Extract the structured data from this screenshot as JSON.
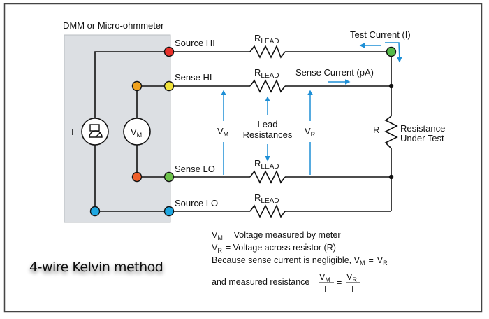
{
  "diagram": {
    "meter_title": "DMM or Micro-ohmmeter",
    "terminals": [
      {
        "label": "Source HI",
        "color": "#e8302a"
      },
      {
        "label": "Sense HI",
        "color": "#f2e33a"
      },
      {
        "label": "Sense LO",
        "color": "#6cc24a"
      },
      {
        "label": "Source LO",
        "color": "#1ea7e1"
      }
    ],
    "inner_nodes": {
      "sense_hi_color": "#f0a21e",
      "sense_lo_color": "#ef5f2a",
      "source_lo_color": "#1ea7e1",
      "dut_top_color": "#55bb4a"
    },
    "ammeter_label": "I",
    "voltmeter_label": {
      "main": "V",
      "sub": "M"
    },
    "lead_resistor": {
      "main": "R",
      "sub": "LEAD"
    },
    "test_current_label": "Test Current (I)",
    "sense_current_label": "Sense Current (pA)",
    "vm_label": {
      "main": "V",
      "sub": "M"
    },
    "vr_label": {
      "main": "V",
      "sub": "R"
    },
    "lead_resistances_label": [
      "Lead",
      "Resistances"
    ],
    "dut_label": "R",
    "dut_desc": [
      "Resistance",
      "Under Test"
    ],
    "arrow_color": "#1e8fd6",
    "box_color": "#dcdfe3"
  },
  "notes": {
    "line1": {
      "var": "V",
      "sub": "M",
      "text": "= Voltage measured by meter"
    },
    "line2": {
      "var": "V",
      "sub": "R",
      "text": "= Voltage across resistor (R)"
    },
    "line3": {
      "text": "Because sense current is negligible, ",
      "lhs": {
        "var": "V",
        "sub": "M"
      },
      "eq": "=",
      "rhs": {
        "var": "V",
        "sub": "R"
      }
    },
    "line4": {
      "text": "and measured resistance",
      "eq": "=",
      "frac1": {
        "num_var": "V",
        "num_sub": "M",
        "den": "I"
      },
      "eq2": "=",
      "frac2": {
        "num_var": "V",
        "num_sub": "R",
        "den": "I"
      }
    }
  },
  "caption": "4-wire Kelvin method"
}
